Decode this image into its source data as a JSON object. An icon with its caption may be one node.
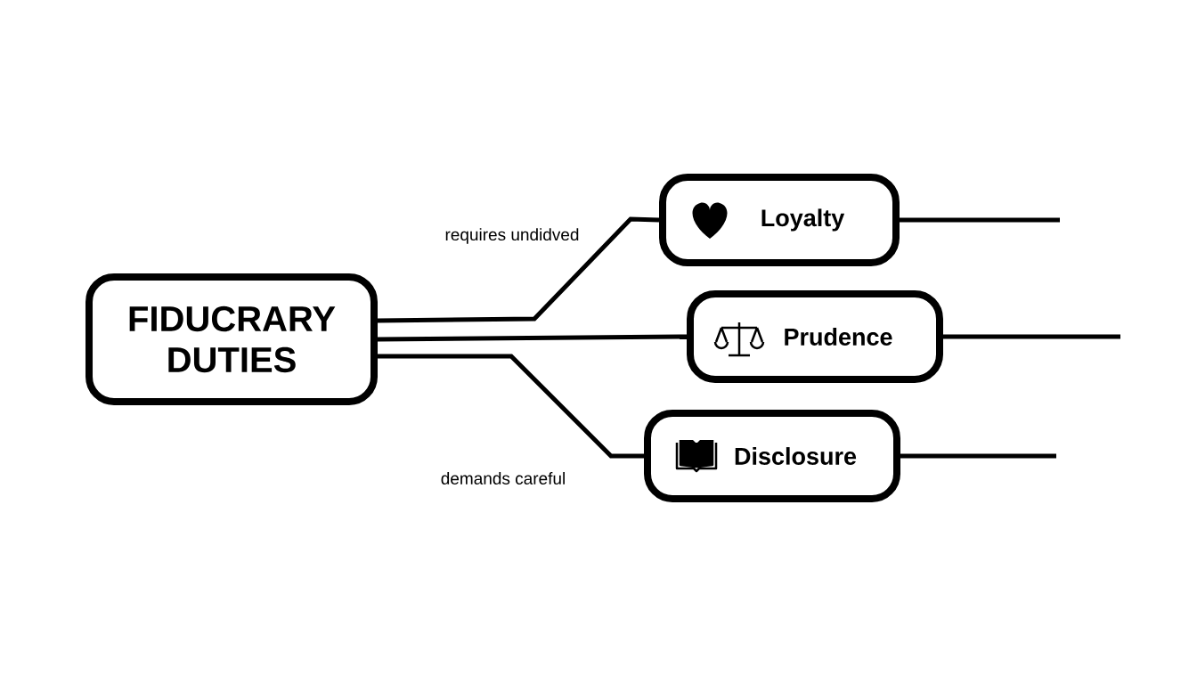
{
  "diagram": {
    "nodes": [
      {
        "text": [
          "FIDUCRARY DUTIES"
        ]
      },
      {
        "text": [
          "Loyalty"
        ]
      },
      {
        "text": [
          "Prudence"
        ]
      },
      {
        "text": [
          "Disclosure"
        ]
      }
    ],
    "edges": [
      {
        "from": 0,
        "to": 1,
        "arrow": "none",
        "label": "requires undidved"
      },
      {
        "from": 0,
        "to": 2,
        "arrow": "none"
      },
      {
        "from": 0,
        "to": 3,
        "arrow": "none",
        "label": "demands careful"
      },
      {
        "from": 1,
        "to": null,
        "arrow": "none"
      },
      {
        "from": 2,
        "to": null,
        "arrow": "none"
      },
      {
        "from": 3,
        "to": null,
        "arrow": "none"
      }
    ]
  }
}
